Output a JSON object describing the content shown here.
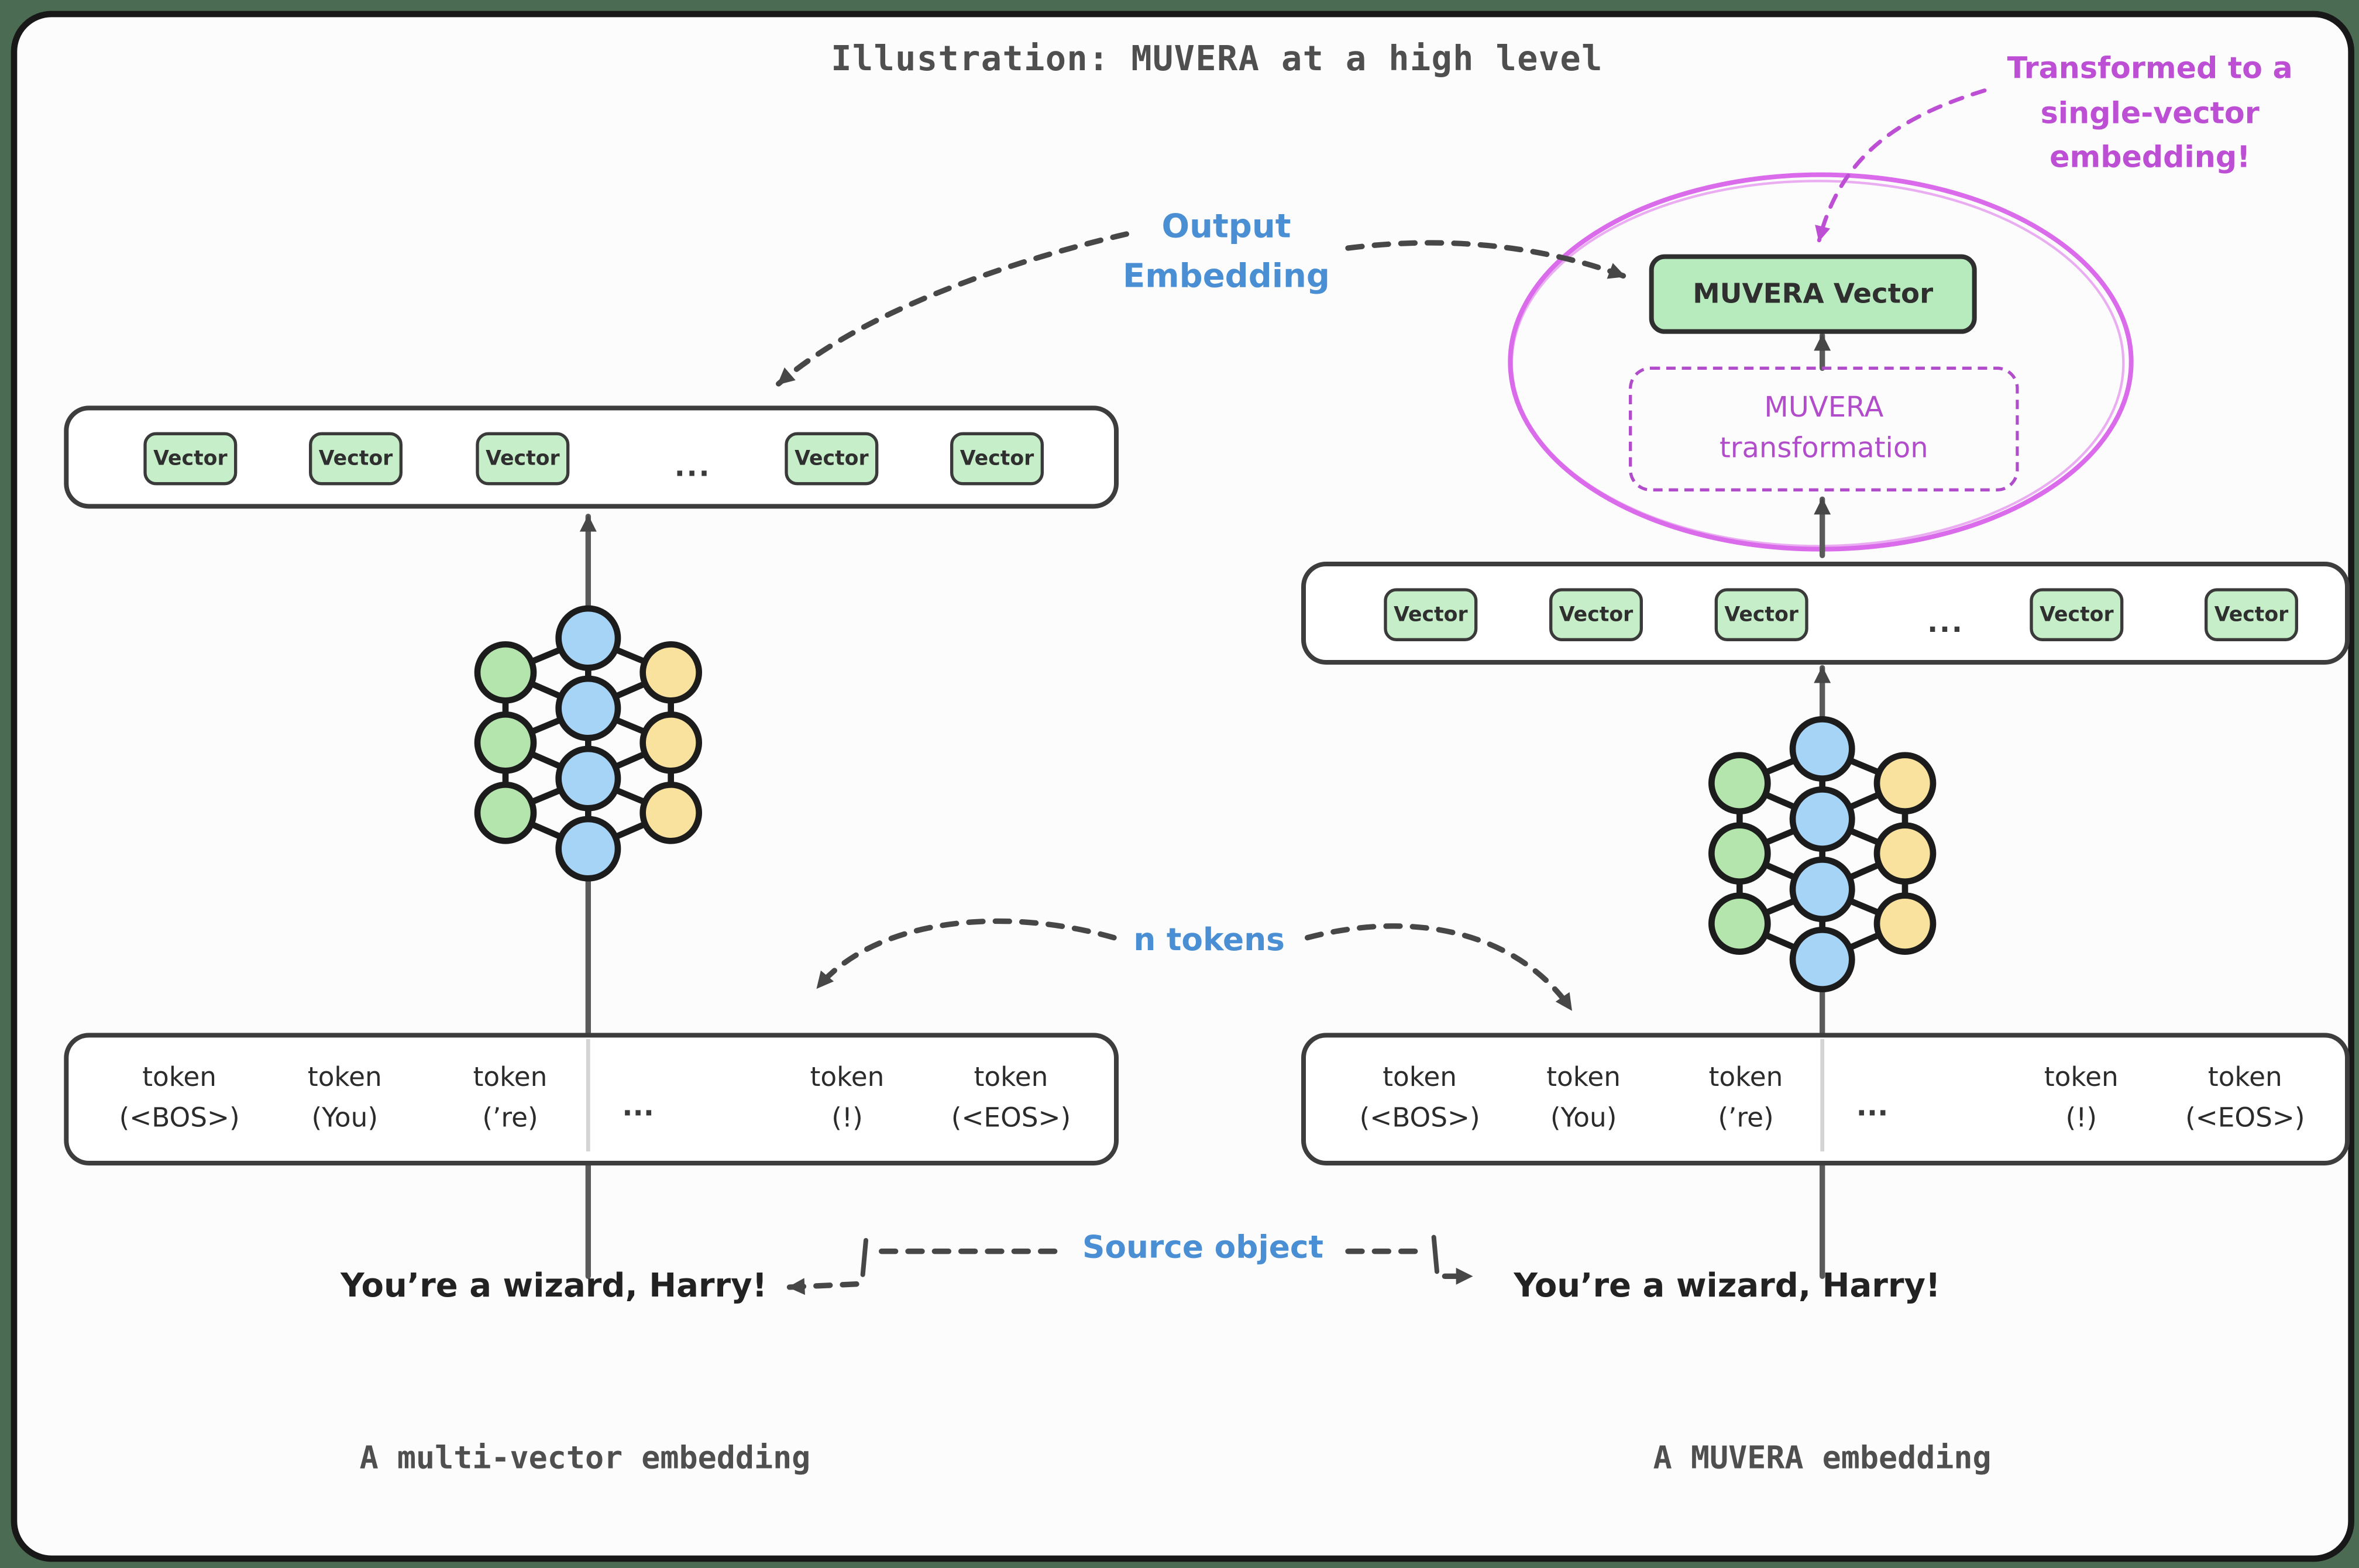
{
  "title": "Illustration: MUVERA at a high level",
  "callouts": {
    "transformed_line1": "Transformed to a",
    "transformed_line2": "single-vector embedding!",
    "output_line1": "Output",
    "output_line2": "Embedding",
    "n_tokens": "n tokens",
    "source_object": "Source object"
  },
  "muvera_box": {
    "label": "MUVERA Vector"
  },
  "transformation_box": {
    "line1": "MUVERA",
    "line2": "transformation"
  },
  "vector_chip": "Vector",
  "ellipsis": "...",
  "token_label": "token",
  "token_subs": [
    "(<BOS>)",
    "(You)",
    "(’re)",
    "(!)",
    "(<EOS>)"
  ],
  "source_text": "You’re a wizard, Harry!",
  "captions": {
    "left": "A multi-vector embedding",
    "right": "A MUVERA embedding"
  },
  "colors": {
    "frame_green": "#4c6b53",
    "accent_blue": "#4a8fd3",
    "accent_purple": "#bc4fd3",
    "ellipse_purple": "#da6bea",
    "chip_green": "#c6eec8",
    "muvera_green": "#b7ebbe",
    "node_green": "#b3e5ac",
    "node_blue": "#a6d4f6",
    "node_yellow": "#f8e29d",
    "stroke_dark": "#3d3d3d"
  }
}
